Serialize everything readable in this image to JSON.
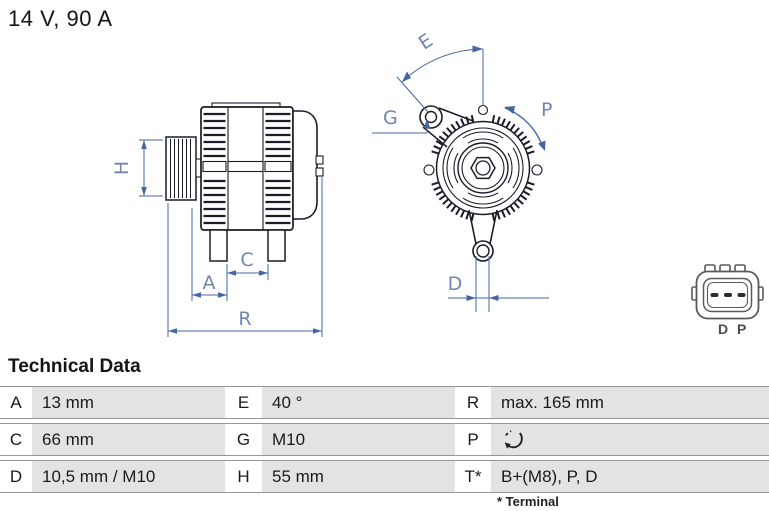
{
  "title": "14 V, 90 A",
  "section_title": "Technical Data",
  "footnote": "* Terminal",
  "diagram": {
    "side_view": {
      "dim_h": "H",
      "dim_a": "A",
      "dim_c": "C",
      "dim_r": "R"
    },
    "front_view": {
      "dim_e": "E",
      "dim_g": "G",
      "dim_p": "P",
      "dim_d": "D"
    },
    "connector": {
      "labels": [
        "D",
        "P"
      ]
    }
  },
  "table": {
    "rows": [
      {
        "cells": [
          {
            "label": "A",
            "value": "13 mm"
          },
          {
            "label": "E",
            "value": "40 °"
          },
          {
            "label": "R",
            "value": "max. 165 mm"
          }
        ]
      },
      {
        "cells": [
          {
            "label": "C",
            "value": "66 mm"
          },
          {
            "label": "G",
            "value": "M10"
          },
          {
            "label": "P",
            "value": "",
            "icon": "rotation-direction"
          }
        ]
      },
      {
        "cells": [
          {
            "label": "D",
            "value": "10,5 mm / M10"
          },
          {
            "label": "H",
            "value": "55 mm"
          },
          {
            "label": "T*",
            "value": "B+(M8), P, D"
          }
        ]
      }
    ]
  },
  "colors": {
    "dimension_blue": "#4565a3",
    "drawing_ink": "#1c1c28",
    "table_cell_gray": "#e3e3e3",
    "connector_gray": "#5a5a5a"
  }
}
